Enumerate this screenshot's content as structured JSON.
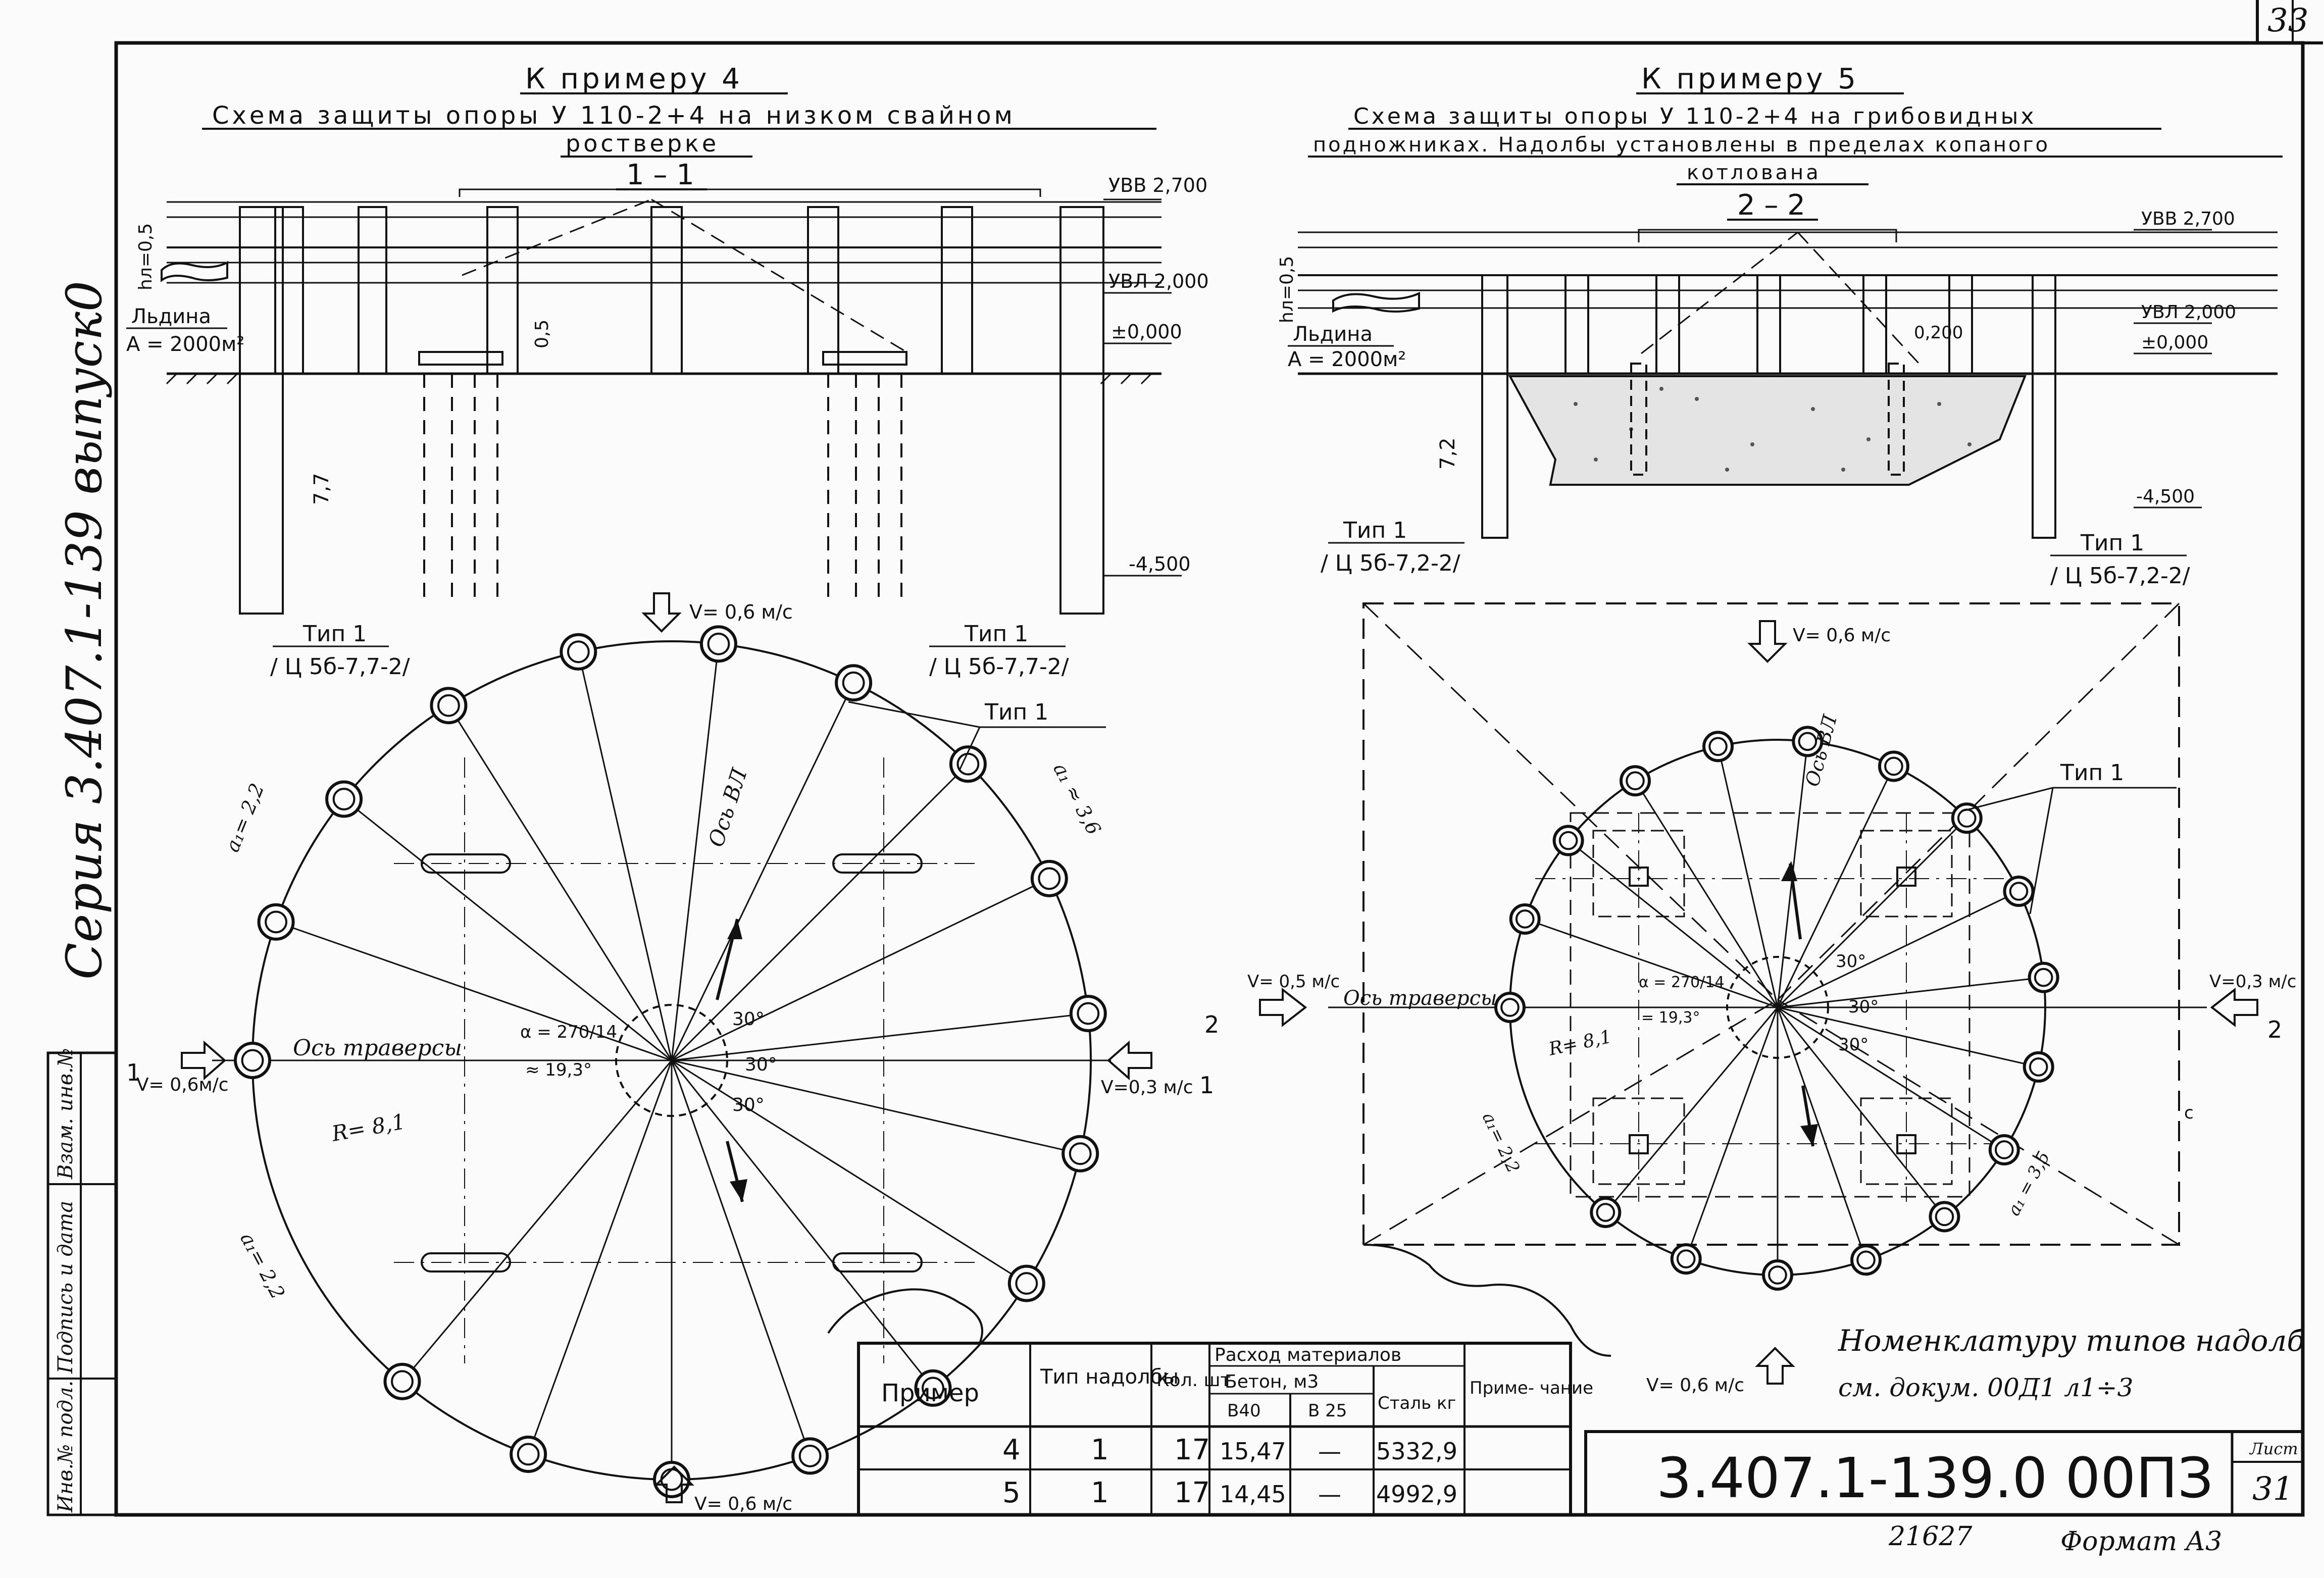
{
  "sheet": {
    "corner_page": "33",
    "series": "Серия 3.407.1-139 выпуск0",
    "designation": "3.407.1-139.0  00ПЗ",
    "sheet_label": "Лист",
    "sheet_number": "31",
    "inventory": "21627",
    "format": "Формат А3",
    "side_stamp": [
      "Инв.№ подл.",
      "Подпись и дата",
      "Взам. инв.№"
    ]
  },
  "example4": {
    "title": "К примеру 4",
    "subtitle_line1": "Схема защиты опоры У 110-2+4 на низком свайном",
    "subtitle_line2": "ростверке",
    "section": "1 – 1",
    "uvv": "УВВ 2,700",
    "uvl": "УВЛ 2,000",
    "zero": "±0,000",
    "bottom": "-4,500",
    "ice_h": "hл=0,5",
    "ice": "Льдина",
    "ice_area": "A = 2000м²",
    "dim_05": "0,5",
    "dim_77": "7,7",
    "type_label": "Тип 1",
    "type_code": "/ Ц 5б-7,7-2/"
  },
  "example5": {
    "title": "К примеру 5",
    "subtitle_line1": "Схема защиты опоры У 110-2+4 на грибовидных",
    "subtitle_line2": "подножниках. Надолбы установлены в пределах копаного",
    "subtitle_line3": "котлована",
    "section": "2 – 2",
    "uvv": "УВВ 2,700",
    "uvl": "УВЛ 2,000",
    "zero": "±0,000",
    "dim_02": "0,200",
    "bottom": "-4,500",
    "ice_h": "hл=0,5",
    "ice": "Льдина",
    "ice_area": "A = 2000м²",
    "dim_72": "7,2",
    "type_label": "Тип 1",
    "type_code": "/ Ц 5б-7,2-2/"
  },
  "plan4": {
    "v_top": "V= 0,6 м/с",
    "v_left": "V= 0,6м/с",
    "v_right": "V=0,3 м/с",
    "v_bottom": "V= 0,6 м/с",
    "traverse_axis": "Ось траверсы",
    "line_axis": "Ось ВЛ",
    "radius": "R= 8,1",
    "alpha1": "α = 270/14",
    "alpha2": "≈ 19,3°",
    "angle_a": "α",
    "angle30": "30°",
    "a_22": "a₁= 2,2",
    "a_36": "a₁ ≈ 3,6",
    "type1": "Тип 1",
    "sec_mark": "1"
  },
  "plan5": {
    "v_top": "V= 0,6 м/с",
    "v_left": "V= 0,5 м/с",
    "v_right": "V=0,3 м/с",
    "v_bottom": "V= 0,6 м/с",
    "traverse_axis": "Ось траверсы",
    "line_axis": "Ось ВЛ",
    "radius": "R= 8,1",
    "alpha1": "α = 270/14",
    "alpha2": "= 19,3°",
    "angle_a": "α",
    "angle30": "30°",
    "a_22": "a₁= 2,2",
    "a_35": "a₁ = 3,5",
    "type1": "Тип 1",
    "sec_mark": "2",
    "c_mark": "c"
  },
  "note": {
    "line1": "Номенклатуру типов надолб",
    "line2": "см. докум. 00Д1    л1÷3"
  },
  "table": {
    "h_example": "Пример",
    "h_type": "Тип надолбы",
    "h_qty": "Кол. шт",
    "h_materials": "Расход материалов",
    "h_concrete": "Бетон, м3",
    "h_b40": "В40",
    "h_b25": "В 25",
    "h_steel": "Сталь кг",
    "h_note": "Приме- чание",
    "rows": [
      {
        "example": "4",
        "type": "1",
        "qty": "17",
        "b40": "15,47",
        "b25": "—",
        "steel": "5332,9",
        "note": ""
      },
      {
        "example": "5",
        "type": "1",
        "qty": "17",
        "b40": "14,45",
        "b25": "—",
        "steel": "4992,9",
        "note": ""
      }
    ]
  }
}
